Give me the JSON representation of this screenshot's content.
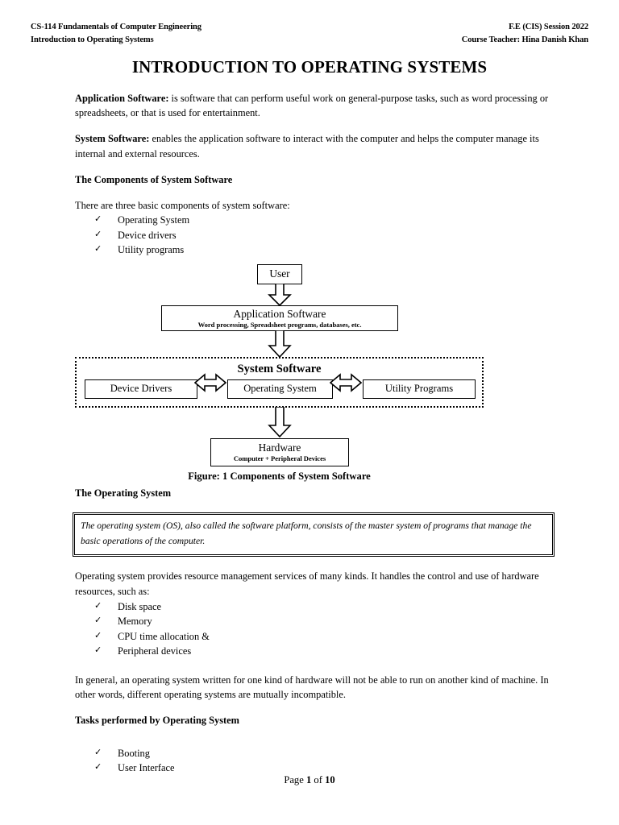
{
  "header": {
    "left_line1": "CS-114 Fundamentals of Computer Engineering",
    "left_line2": "Introduction to Operating Systems",
    "right_line1": "F.E (CIS) Session 2022",
    "right_line2": "Course Teacher: Hina Danish Khan"
  },
  "title": "INTRODUCTION TO OPERATING SYSTEMS",
  "sections": {
    "app_software": {
      "term": "Application Software:",
      "text": " is software that can perform useful work on general-purpose tasks, such as word processing or spreadsheets, or that is used for entertainment."
    },
    "system_software": {
      "term": "System Software:",
      "text": " enables the application software to interact with the computer and helps the computer manage its internal and external resources."
    },
    "components_heading": "The Components of System Software",
    "components_intro": "There are three basic components of system software:",
    "components_list": [
      "Operating System",
      "Device drivers",
      "Utility programs"
    ],
    "os_heading": "The Operating System",
    "os_definition": "The operating system (OS), also called the software platform, consists of the master system of programs that manage the basic operations of the computer.",
    "resource_para": "Operating system provides resource management services of many kinds. It handles the control and use of hardware resources, such as:",
    "resource_list": [
      "Disk space",
      "Memory",
      "CPU time allocation &",
      "Peripheral devices"
    ],
    "general_para": "In general, an operating system written for one kind of hardware will not be able to run on another kind of machine. In other words, different operating systems are mutually incompatible.",
    "tasks_heading": "Tasks performed by Operating System",
    "tasks_list": [
      "Booting",
      "User Interface"
    ]
  },
  "figure": {
    "user_box": "User",
    "app_box_title": "Application Software",
    "app_box_sub": "Word processing, Spreadsheet programs, databases, etc.",
    "system_software_title": "System Software",
    "device_drivers_box": "Device Drivers",
    "operating_system_box": "Operating System",
    "utility_programs_box": "Utility Programs",
    "hardware_box_title": "Hardware",
    "hardware_box_sub": "Computer + Peripheral Devices",
    "caption": "Figure: 1 Components of System Software"
  },
  "footer": {
    "prefix": "Page ",
    "page_number": "1",
    "middle": " of ",
    "total_pages": "10"
  },
  "bullet_glyph": "✓",
  "colors": {
    "text": "#000000",
    "background": "#ffffff",
    "rule": "#000000"
  }
}
